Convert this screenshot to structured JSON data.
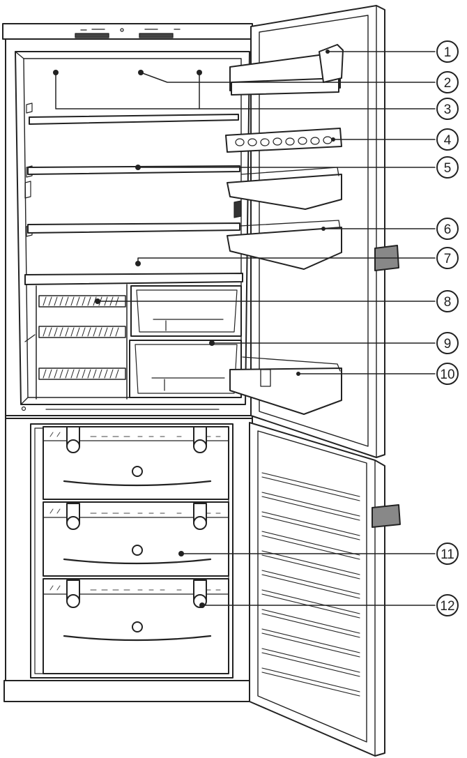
{
  "diagram": {
    "callouts": [
      {
        "number": "1"
      },
      {
        "number": "2"
      },
      {
        "number": "3"
      },
      {
        "number": "4"
      },
      {
        "number": "5"
      },
      {
        "number": "6"
      },
      {
        "number": "7"
      },
      {
        "number": "8"
      },
      {
        "number": "9"
      },
      {
        "number": "10"
      },
      {
        "number": "11"
      },
      {
        "number": "12"
      }
    ],
    "colors": {
      "line": "#222222",
      "fill": "#ffffff",
      "shade": "#d8d8d8",
      "handle": "#888888"
    }
  }
}
